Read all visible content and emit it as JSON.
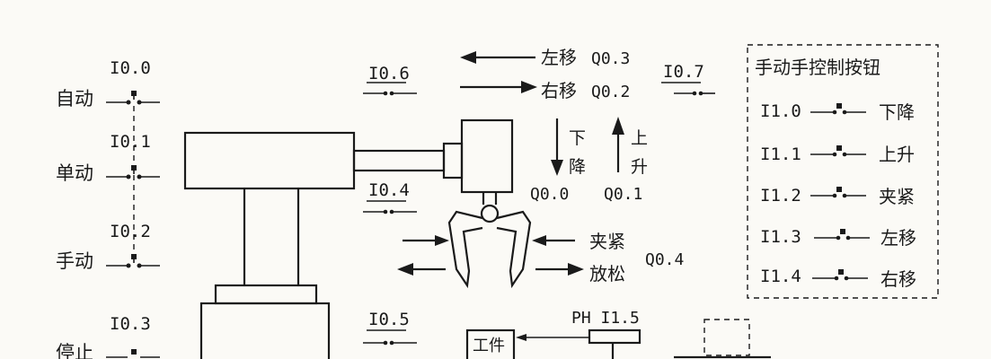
{
  "left_switches": [
    {
      "address": "I0.0",
      "label": "自动"
    },
    {
      "address": "I0.1",
      "label": "单动"
    },
    {
      "address": "I0.2",
      "label": "手动"
    },
    {
      "address": "I0.3",
      "label": "停止"
    }
  ],
  "limit_switches": [
    {
      "address": "I0.6"
    },
    {
      "address": "I0.7"
    },
    {
      "address": "I0.4"
    },
    {
      "address": "I0.5"
    }
  ],
  "motions": {
    "left": {
      "label": "左移",
      "output": "Q0.3"
    },
    "right": {
      "label": "右移",
      "output": "Q0.2"
    },
    "down": {
      "char1": "下",
      "char2": "降",
      "output": "Q0.0"
    },
    "up": {
      "char1": "上",
      "char2": "升",
      "output": "Q0.1"
    },
    "clamp": {
      "label": "夹紧"
    },
    "release": {
      "label": "放松"
    },
    "gripper_output": "Q0.4"
  },
  "workpiece": {
    "label": "工件",
    "sensor": "PH I1.5"
  },
  "manual_panel": {
    "title": "手动手控制按钮",
    "buttons": [
      {
        "address": "I1.0",
        "label": "下降"
      },
      {
        "address": "I1.1",
        "label": "上升"
      },
      {
        "address": "I1.2",
        "label": "夹紧"
      },
      {
        "address": "I1.3",
        "label": "左移"
      },
      {
        "address": "I1.4",
        "label": "右移"
      }
    ]
  }
}
